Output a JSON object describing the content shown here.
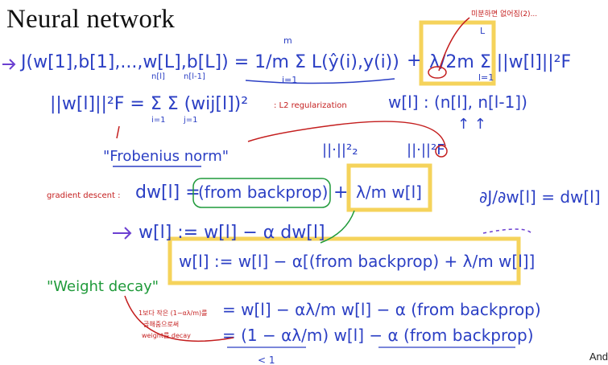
{
  "slide": {
    "title": "Neural network",
    "credit": "And"
  },
  "colors": {
    "blue_ink": "#2b3fc4",
    "green_ink": "#1f9a3a",
    "red_ink": "#c41e1e",
    "highlight": "#f5d35b",
    "black": "#111111"
  },
  "ink": {
    "cost_function": "J(w[1],b[1],...,w[L],b[L]) = 1/m Σ L(ŷ(i),y(i))",
    "cost_sum_limits": {
      "top": "m",
      "bottom": "i=1"
    },
    "reg_term_plus": "+",
    "reg_term": "λ/2m Σ ||w[l]||²F",
    "reg_sum_limits": {
      "top": "L",
      "bottom": "l=1"
    },
    "red_note_top": "미분하면 없어짐(2)...",
    "frobenius_def": "||w[l]||²F = Σ Σ (wij[l])²",
    "frob_sum_i_limits": {
      "top": "n[l]",
      "bottom": "i=1"
    },
    "frob_sum_j_limits": {
      "top": "n[l-1]",
      "bottom": "j=1"
    },
    "l2_note": ": L2 regularization",
    "w_shape": "w[l] : (n[l], n[l-1])",
    "frobenius_label": "\"Frobenius  norm\"",
    "norm_2": "||·||²₂",
    "norm_F": "||·||²F",
    "gradient_label": "gradient descent :",
    "dw_def_lhs": "dw[l] =",
    "dw_def_backprop": "(from backprop)",
    "dw_def_plus": "+",
    "dw_def_reg": "λ/m w[l]",
    "partial": "∂J/∂w[l] = dw[l]",
    "update_rule": "w[l] := w[l] − α dw[l]",
    "update_expanded": "w[l] := w[l] − α[(from backprop) + λ/m w[l]]",
    "weight_decay": "\"Weight decay\"",
    "decay_line1": "= w[l] − αλ/m w[l] − α (from backprop)",
    "decay_line2": "= (1 − αλ/m) w[l] − α (from backprop)",
    "less_than_one": "< 1",
    "red_note_bottom": [
      "1보다 작은 (1−αλ/m)를",
      "곱해줌으로써",
      "weight를 decay"
    ]
  }
}
